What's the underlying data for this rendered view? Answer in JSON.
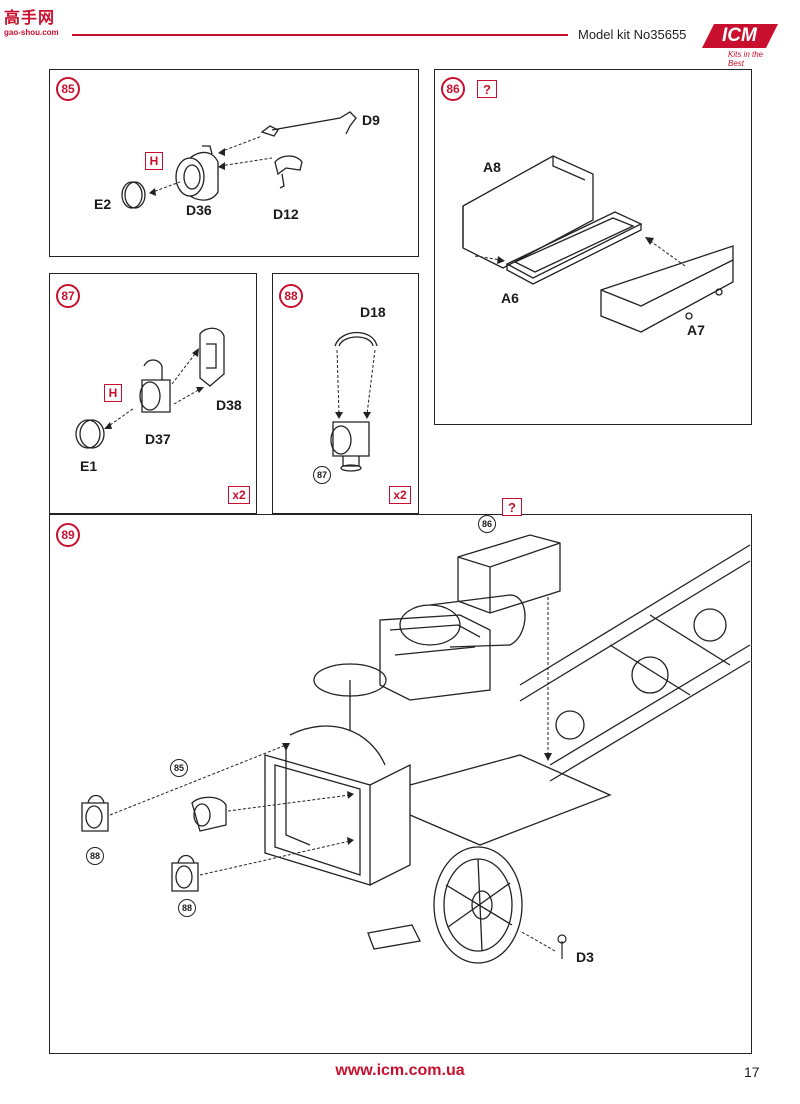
{
  "header": {
    "site_logo_text": "高手网",
    "site_logo_url": "gao-shou.com",
    "kit_label": "Model kit No35655",
    "brand": "ICM",
    "brand_tagline": "Kits in the Best"
  },
  "colors": {
    "accent": "#c8102e",
    "line": "#222222"
  },
  "steps": {
    "s85": {
      "number": "85",
      "parts": {
        "d9": "D9",
        "d36": "D36",
        "d12": "D12",
        "e2": "E2"
      },
      "marker": "H"
    },
    "s86": {
      "number": "86",
      "question": "?",
      "parts": {
        "a8": "A8",
        "a6": "A6",
        "a7": "A7"
      }
    },
    "s87": {
      "number": "87",
      "parts": {
        "d37": "D37",
        "d38": "D38",
        "e1": "E1"
      },
      "marker": "H",
      "multiplier": "x2"
    },
    "s88": {
      "number": "88",
      "parts": {
        "d18": "D18"
      },
      "ref": "87",
      "multiplier": "x2"
    },
    "s89": {
      "number": "89",
      "question": "?",
      "refs": {
        "r86": "86",
        "r85": "85",
        "r88a": "88",
        "r88b": "88"
      },
      "parts": {
        "d3": "D3"
      }
    }
  },
  "footer": {
    "url": "www.icm.com.ua",
    "page_number": "17"
  }
}
